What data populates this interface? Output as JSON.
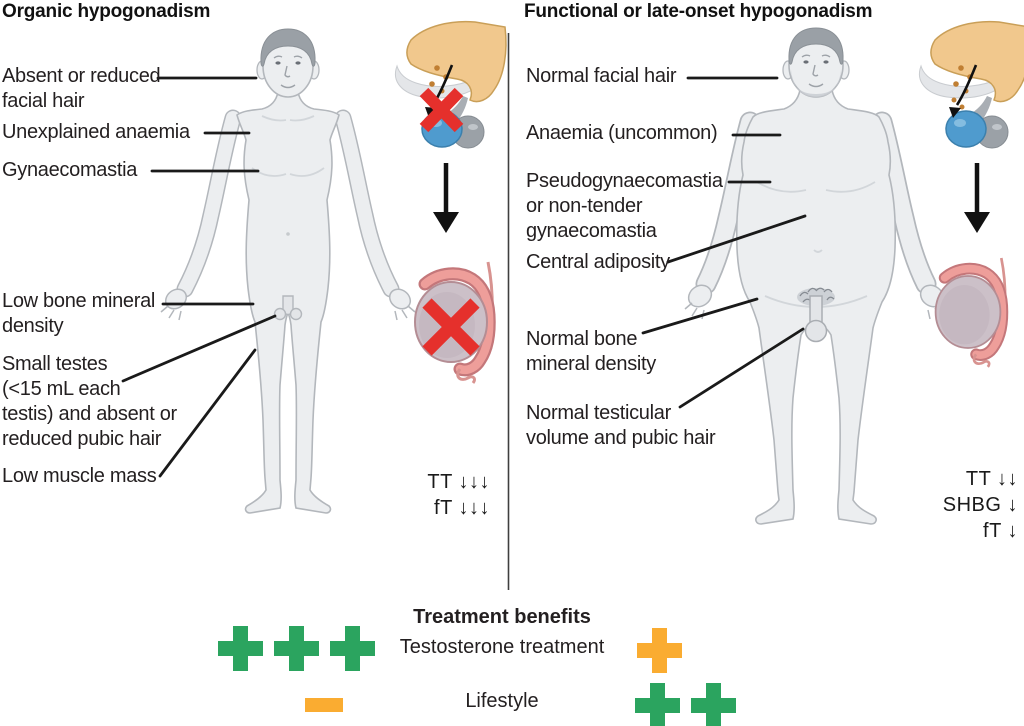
{
  "left_panel": {
    "title": "Organic hypogonadism",
    "labels": {
      "facial_hair": [
        "Absent or reduced",
        "facial hair"
      ],
      "anaemia": [
        "Unexplained anaemia"
      ],
      "gynaecomastia": [
        "Gynaecomastia"
      ],
      "bone": [
        "Low bone mineral",
        "density"
      ],
      "testes": [
        "Small testes",
        "(<15 mL each",
        "testis) and absent or",
        "reduced pubic hair"
      ],
      "muscle": [
        "Low muscle mass"
      ]
    },
    "hormones": [
      "TT ↓↓↓",
      "fT ↓↓↓"
    ]
  },
  "right_panel": {
    "title": "Functional or late-onset hypogonadism",
    "labels": {
      "facial_hair": [
        "Normal facial hair"
      ],
      "anaemia": [
        "Anaemia (uncommon)"
      ],
      "gynaecomastia": [
        "Pseudogynaecomastia",
        "or non-tender",
        "gynaecomastia"
      ],
      "adiposity": [
        "Central adiposity"
      ],
      "bone": [
        "Normal bone",
        "mineral density"
      ],
      "testes": [
        "Normal testicular",
        "volume and pubic hair"
      ]
    },
    "hormones": [
      "TT ↓↓",
      "SHBG ↓",
      "fT ↓"
    ]
  },
  "treatment": {
    "title": "Treatment benefits",
    "rows": [
      {
        "label": "Testosterone treatment",
        "left": [
          {
            "shape": "plus",
            "color": "green"
          },
          {
            "shape": "plus",
            "color": "green"
          },
          {
            "shape": "plus",
            "color": "green"
          }
        ],
        "right": [
          {
            "shape": "plus",
            "color": "orange"
          }
        ]
      },
      {
        "label": "Lifestyle",
        "left": [
          {
            "shape": "minus",
            "color": "orange"
          }
        ],
        "right": [
          {
            "shape": "plus",
            "color": "green"
          },
          {
            "shape": "plus",
            "color": "green"
          }
        ]
      }
    ]
  },
  "icons": {
    "hormone_decrease_arrow": "↓",
    "blocked_marker": "red-cross",
    "cascade_marker": "down-arrow"
  },
  "colors": {
    "green": "#2BA45F",
    "orange": "#FAAC31",
    "red": "#E5302C"
  }
}
